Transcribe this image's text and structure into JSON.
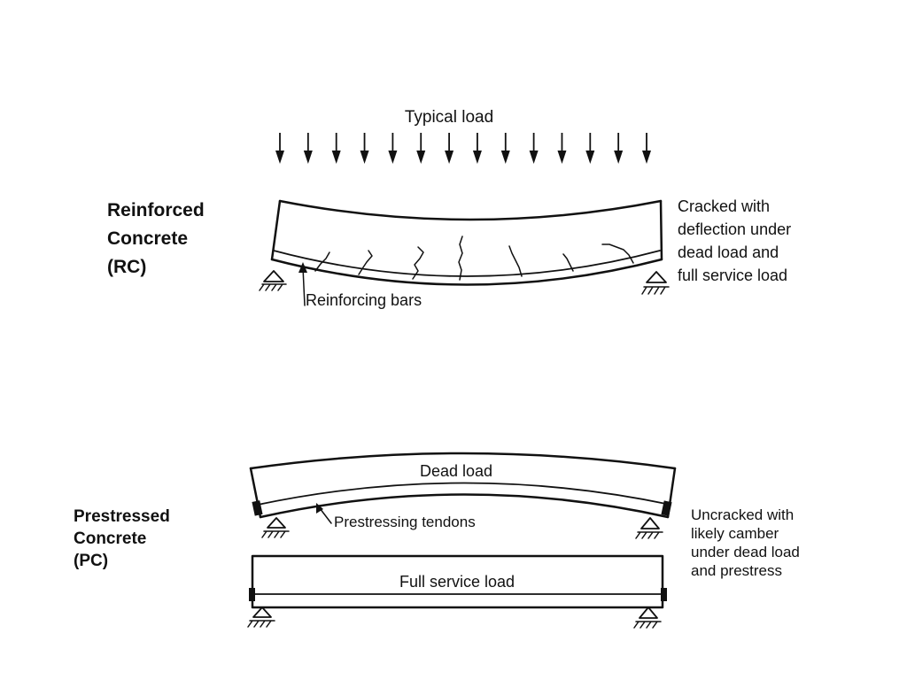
{
  "top_load_label": "Typical load",
  "rc": {
    "title_lines": [
      "Reinforced",
      "Concrete",
      "(RC)"
    ],
    "bars_label": "Reinforcing bars",
    "note_lines": [
      "Cracked with",
      "deflection under",
      "dead load and",
      "full service load"
    ]
  },
  "pc": {
    "title_lines": [
      "Prestressed",
      "Concrete",
      "(PC)"
    ],
    "dead_load_label": "Dead load",
    "tendons_label": "Prestressing tendons",
    "full_service_label": "Full service load",
    "note_lines": [
      "Uncracked with",
      "likely camber",
      "under dead load",
      "and prestress"
    ]
  }
}
